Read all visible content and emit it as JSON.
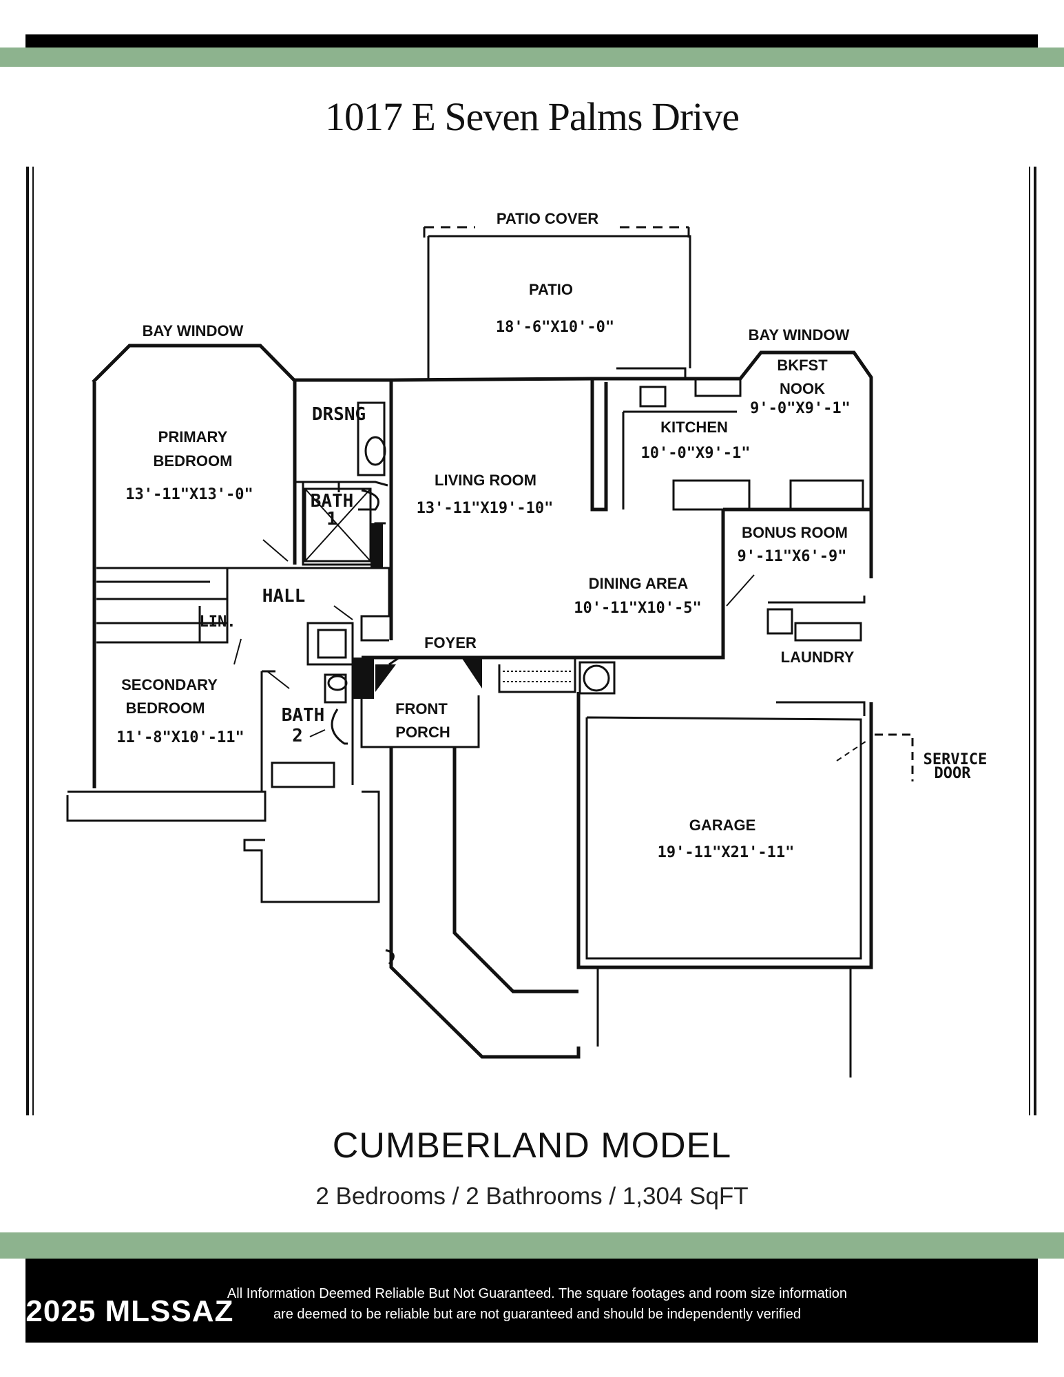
{
  "title": "1017 E Seven Palms Drive",
  "plan": {
    "patio_cover": "PATIO COVER",
    "bay_window_left": "BAY WINDOW",
    "bay_window_right": "BAY WINDOW",
    "rooms": {
      "patio": {
        "name": "PATIO",
        "dims": "18'-6\"X10'-0\""
      },
      "primary_bedroom": {
        "line1": "PRIMARY",
        "line2": "BEDROOM",
        "dims": "13'-11\"X13'-0\""
      },
      "living_room": {
        "name": "LIVING ROOM",
        "dims": "13'-11\"X19'-10\""
      },
      "kitchen": {
        "name": "KITCHEN",
        "dims": "10'-0\"X9'-1\""
      },
      "bkfst_nook": {
        "line1": "BKFST",
        "line2": "NOOK",
        "dims": "9'-0\"X9'-1\""
      },
      "bonus_room": {
        "name": "BONUS ROOM",
        "dims": "9'-11\"X6'-9\""
      },
      "dining_area": {
        "name": "DINING AREA",
        "dims": "10'-11\"X10'-5\""
      },
      "laundry": {
        "name": "LAUNDRY"
      },
      "foyer": {
        "name": "FOYER"
      },
      "front_porch": {
        "line1": "FRONT",
        "line2": "PORCH"
      },
      "secondary_bedroom": {
        "line1": "SECONDARY",
        "line2": "BEDROOM",
        "dims": "11'-8\"X10'-11\""
      },
      "garage": {
        "name": "GARAGE",
        "dims": "19'-11\"X21'-11\""
      }
    },
    "hand_labels": {
      "drsng": "DRSNG",
      "bath1_a": "BATH",
      "bath1_b": "1",
      "hall": "HALL",
      "lin": "LIN.",
      "bath2_a": "BATH",
      "bath2_b": "2",
      "service_a": "SERVICE",
      "service_b": "DOOR"
    }
  },
  "model": "CUMBERLAND MODEL",
  "specs": "2 Bedrooms / 2 Bathrooms  / 1,304 SqFT",
  "disclaimer_line1": "All Information Deemed Reliable But Not Guaranteed. The square footages and room size information",
  "disclaimer_line2": "are deemed to be reliable but are not guaranteed and should be independently verified",
  "copyright": "©2025 MLSSAZ",
  "colors": {
    "accent_green": "#8db38e",
    "black": "#000000"
  }
}
